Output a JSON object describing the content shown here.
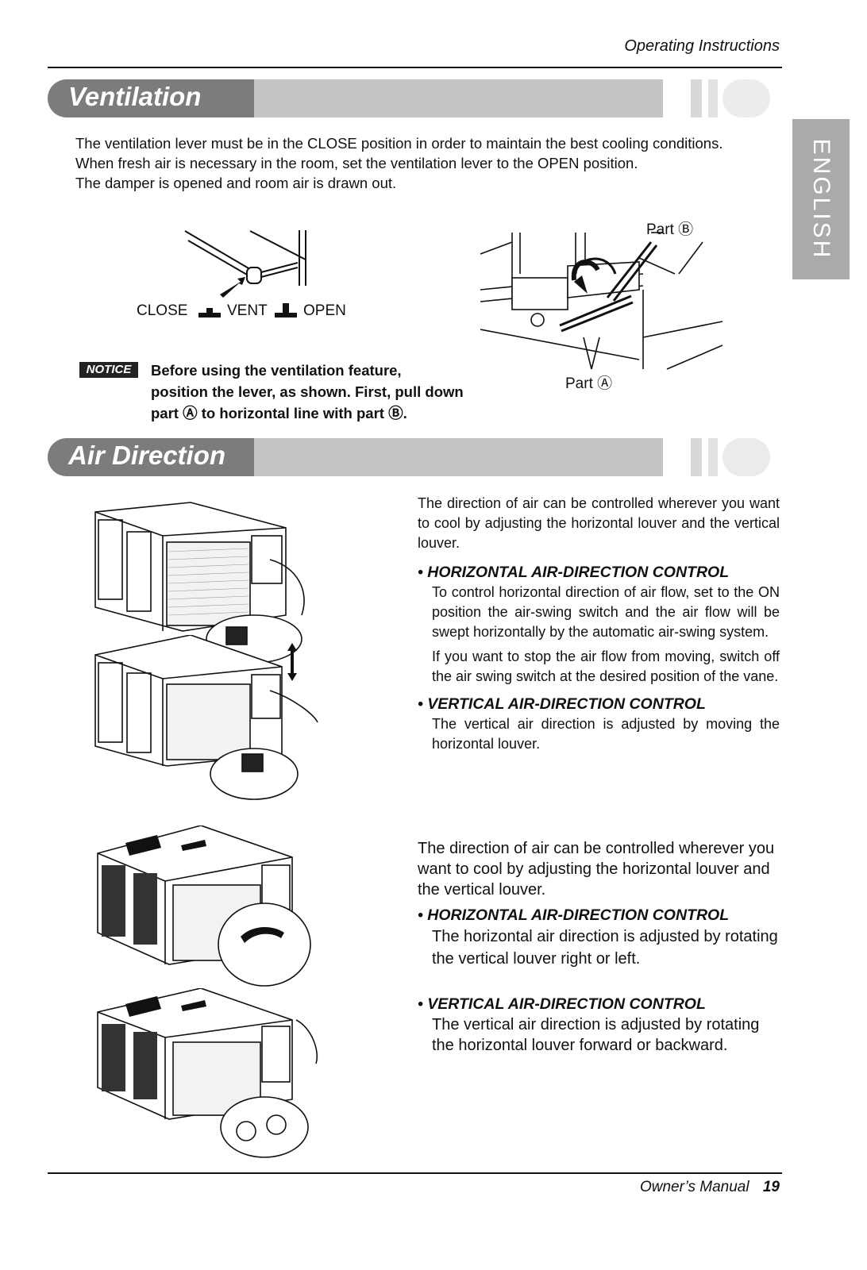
{
  "header": {
    "section_title": "Operating Instructions"
  },
  "side_tab": {
    "language": "ENGLISH"
  },
  "ventilation": {
    "title": "Ventilation",
    "lines": [
      "The ventilation lever must be in the CLOSE position in order to maintain the best cooling conditions.",
      "When fresh air is necessary in the room, set the ventilation lever to the OPEN position.",
      "The damper is opened and room air is drawn out."
    ],
    "lever_labels": {
      "close": "CLOSE",
      "vent": "VENT",
      "open": "OPEN"
    },
    "part_b": "Part Ⓑ",
    "part_a": "Part Ⓐ",
    "notice_badge": "NOTICE",
    "notice_lines": [
      "Before using the ventilation feature,",
      "position the lever, as shown. First, pull down",
      "part Ⓐ to horizontal line with part Ⓑ."
    ]
  },
  "air_direction": {
    "title": "Air Direction",
    "block1": {
      "intro": "The direction of air can be controlled wherever you want to cool by adjusting the horizontal louver and the vertical louver.",
      "h1": "• HORIZONTAL AIR-DIRECTION CONTROL",
      "h1_text": "To control horizontal direction of air flow, set to the ON position the air-swing switch and the air flow will be swept horizontally by the automatic air-swing system.",
      "h1_text2": "If you want to stop the air flow from moving, switch off the air swing switch at the desired position of the vane.",
      "h2": "• VERTICAL AIR-DIRECTION CONTROL",
      "h2_text": "The vertical air direction is adjusted by moving the horizontal louver."
    },
    "block2": {
      "intro": "The direction of air can be controlled wherever you want to cool by adjusting the horizontal louver and the vertical louver.",
      "h1": "• HORIZONTAL AIR-DIRECTION CONTROL",
      "h1_text": "The horizontal air direction is adjusted by rotating the vertical louver right or left.",
      "h2": "• VERTICAL AIR-DIRECTION CONTROL",
      "h2_text": "The vertical air direction is adjusted by rotating the horizontal louver forward or backward."
    }
  },
  "footer": {
    "manual": "Owner’s Manual",
    "page": "19"
  }
}
